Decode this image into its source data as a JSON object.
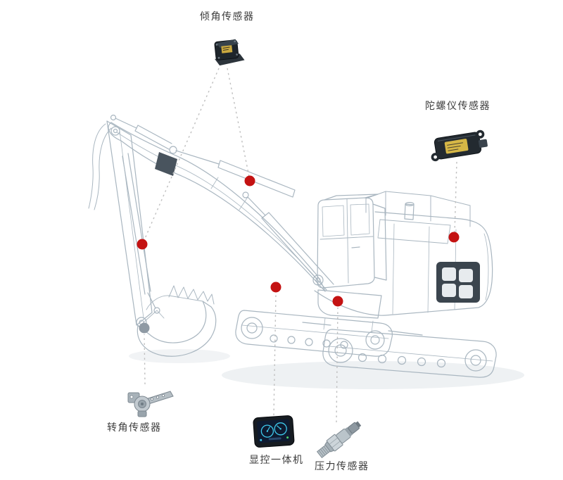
{
  "labels": {
    "tilt_sensor": "倾角传感器",
    "gyro_sensor": "陀螺仪传感器",
    "rotation_sensor": "转角传感器",
    "display_unit": "显控一体机",
    "pressure_sensor": "压力传感器"
  },
  "colors": {
    "marker_red": "#c41212",
    "marker_gray": "#8f9aa4",
    "wireframe": "#a9b6c0",
    "leader_line": "#bfbfbf",
    "label_text": "#3c3c3c"
  },
  "markers": [
    {
      "name": "boom-point",
      "color": "red"
    },
    {
      "name": "arm-point",
      "color": "red"
    },
    {
      "name": "swing-point",
      "color": "red"
    },
    {
      "name": "chassis-point",
      "color": "red"
    },
    {
      "name": "engine-point",
      "color": "red"
    },
    {
      "name": "bucket-point",
      "color": "gray"
    }
  ]
}
